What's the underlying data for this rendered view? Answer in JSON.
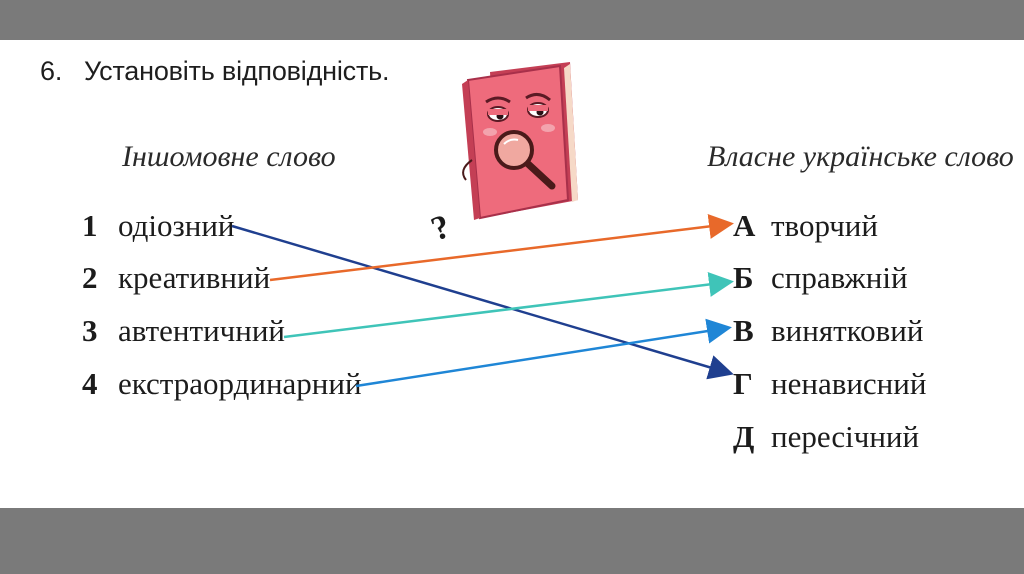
{
  "task": {
    "number": "6.",
    "text": "Установіть відповідність."
  },
  "headings": {
    "left": "Іншомовне слово",
    "right": "Власне українське слово"
  },
  "left_items": [
    {
      "marker": "1",
      "word": "одіозний"
    },
    {
      "marker": "2",
      "word": "креативний"
    },
    {
      "marker": "3",
      "word": "автентичний"
    },
    {
      "marker": "4",
      "word": "екстраординарний"
    }
  ],
  "right_items": [
    {
      "marker": "А",
      "word": "творчий"
    },
    {
      "marker": "Б",
      "word": "справжній"
    },
    {
      "marker": "В",
      "word": "винятковий"
    },
    {
      "marker": "Г",
      "word": "ненависний"
    },
    {
      "marker": "Д",
      "word": "пересічний"
    }
  ],
  "matches": [
    {
      "from": "1",
      "to": "Г",
      "color": "#1f3f8f"
    },
    {
      "from": "2",
      "to": "А",
      "color": "#e8692a"
    },
    {
      "from": "3",
      "to": "Б",
      "color": "#3fc4b8"
    },
    {
      "from": "4",
      "to": "В",
      "color": "#1f86d6"
    }
  ],
  "colors": {
    "band": "#7a7a7a",
    "book": "#ee6b7c",
    "book_dark": "#c43f55",
    "magnifier": "#f0a8a0"
  },
  "illustration": {
    "icon": "book-with-magnifier-icon"
  }
}
